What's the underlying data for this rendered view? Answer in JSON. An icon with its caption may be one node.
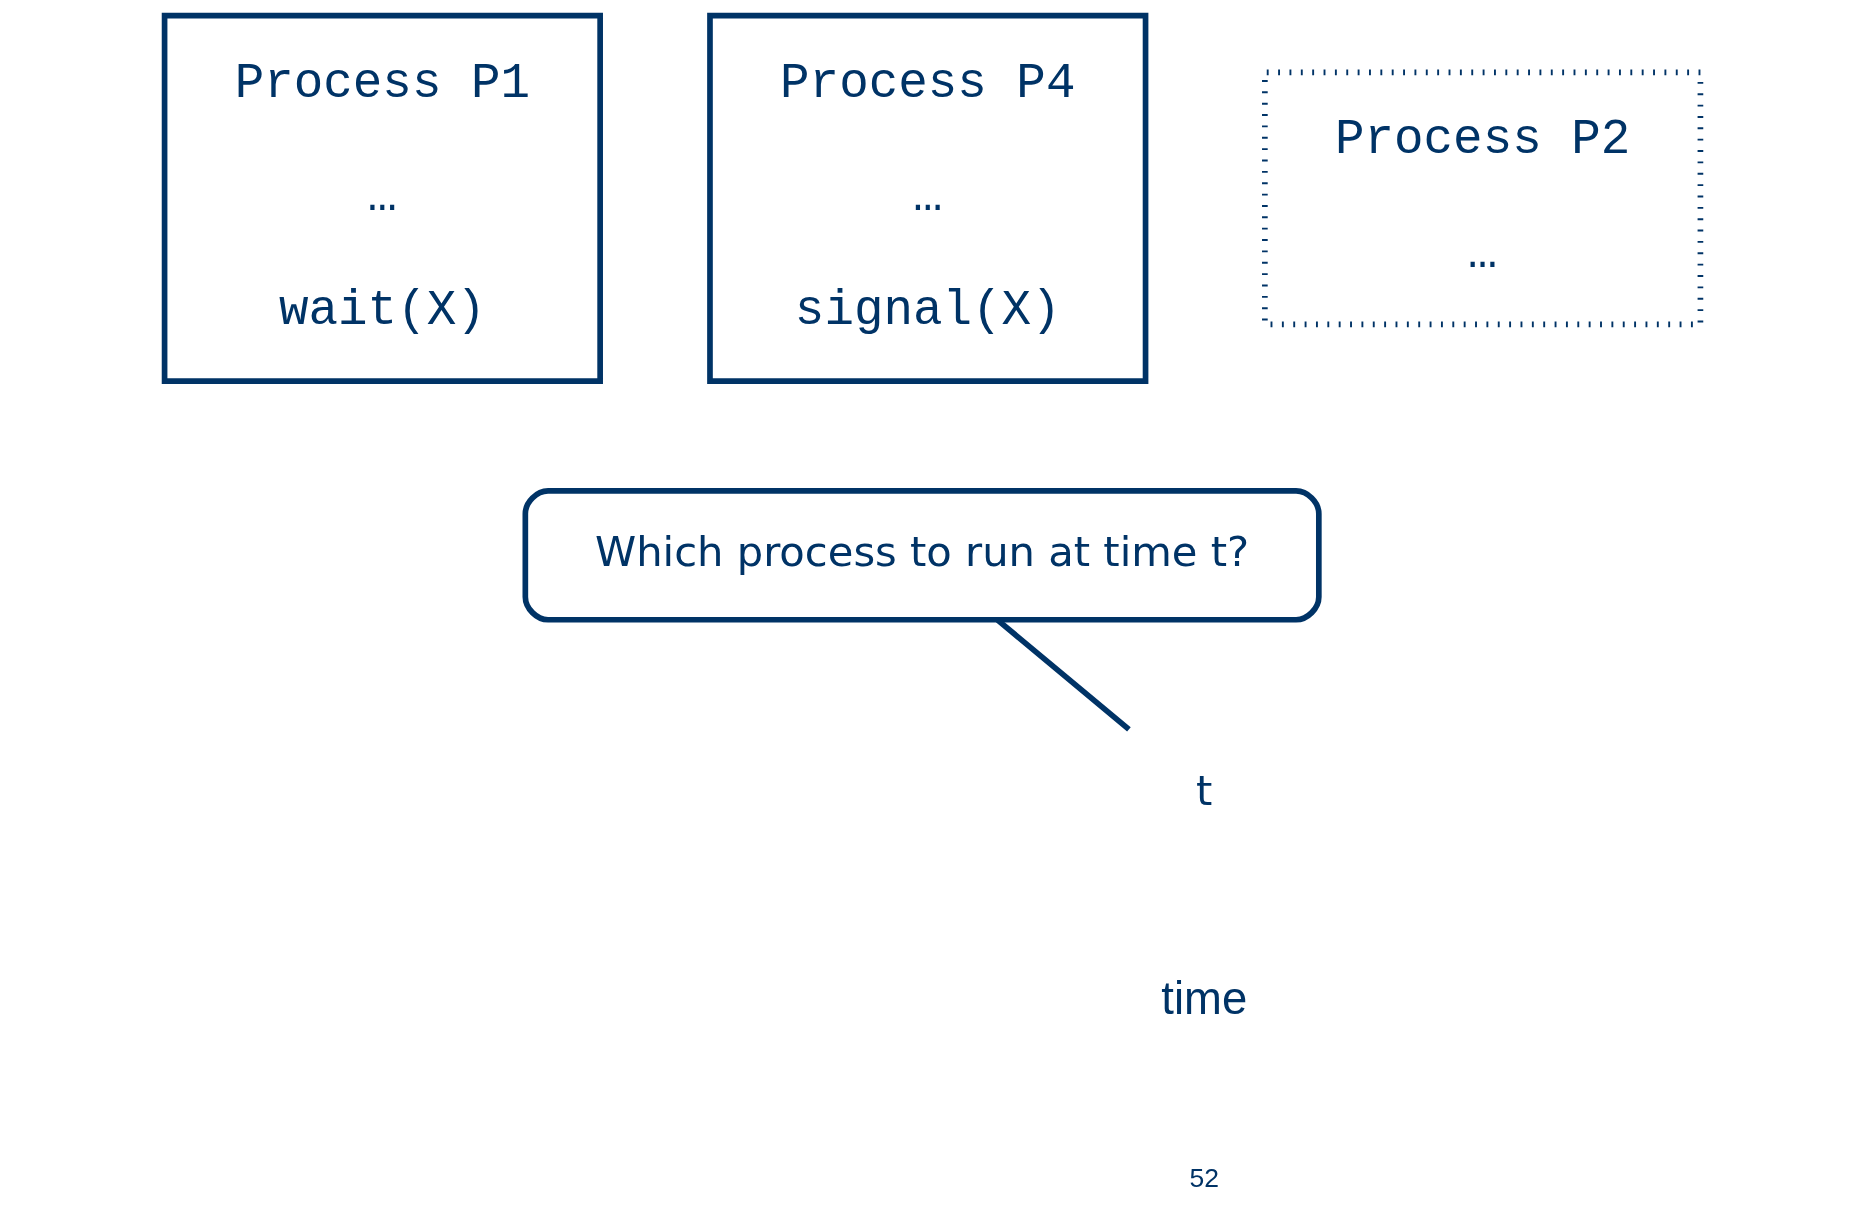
{
  "diagram": {
    "nodes": [
      {
        "text": [
          "Process P1",
          "…",
          "wait(X)"
        ]
      },
      {
        "text": [
          "Process P4",
          "…",
          "signal(X)"
        ]
      },
      {
        "text": [
          "Process P2",
          "…"
        ]
      },
      {
        "text": [
          "Which process to run at time t?"
        ]
      },
      {
        "text": [
          "t"
        ]
      }
    ],
    "edges": [
      {
        "from": 3,
        "to": 4,
        "arrow": "none"
      }
    ],
    "labels": [
      "time",
      "52"
    ]
  }
}
